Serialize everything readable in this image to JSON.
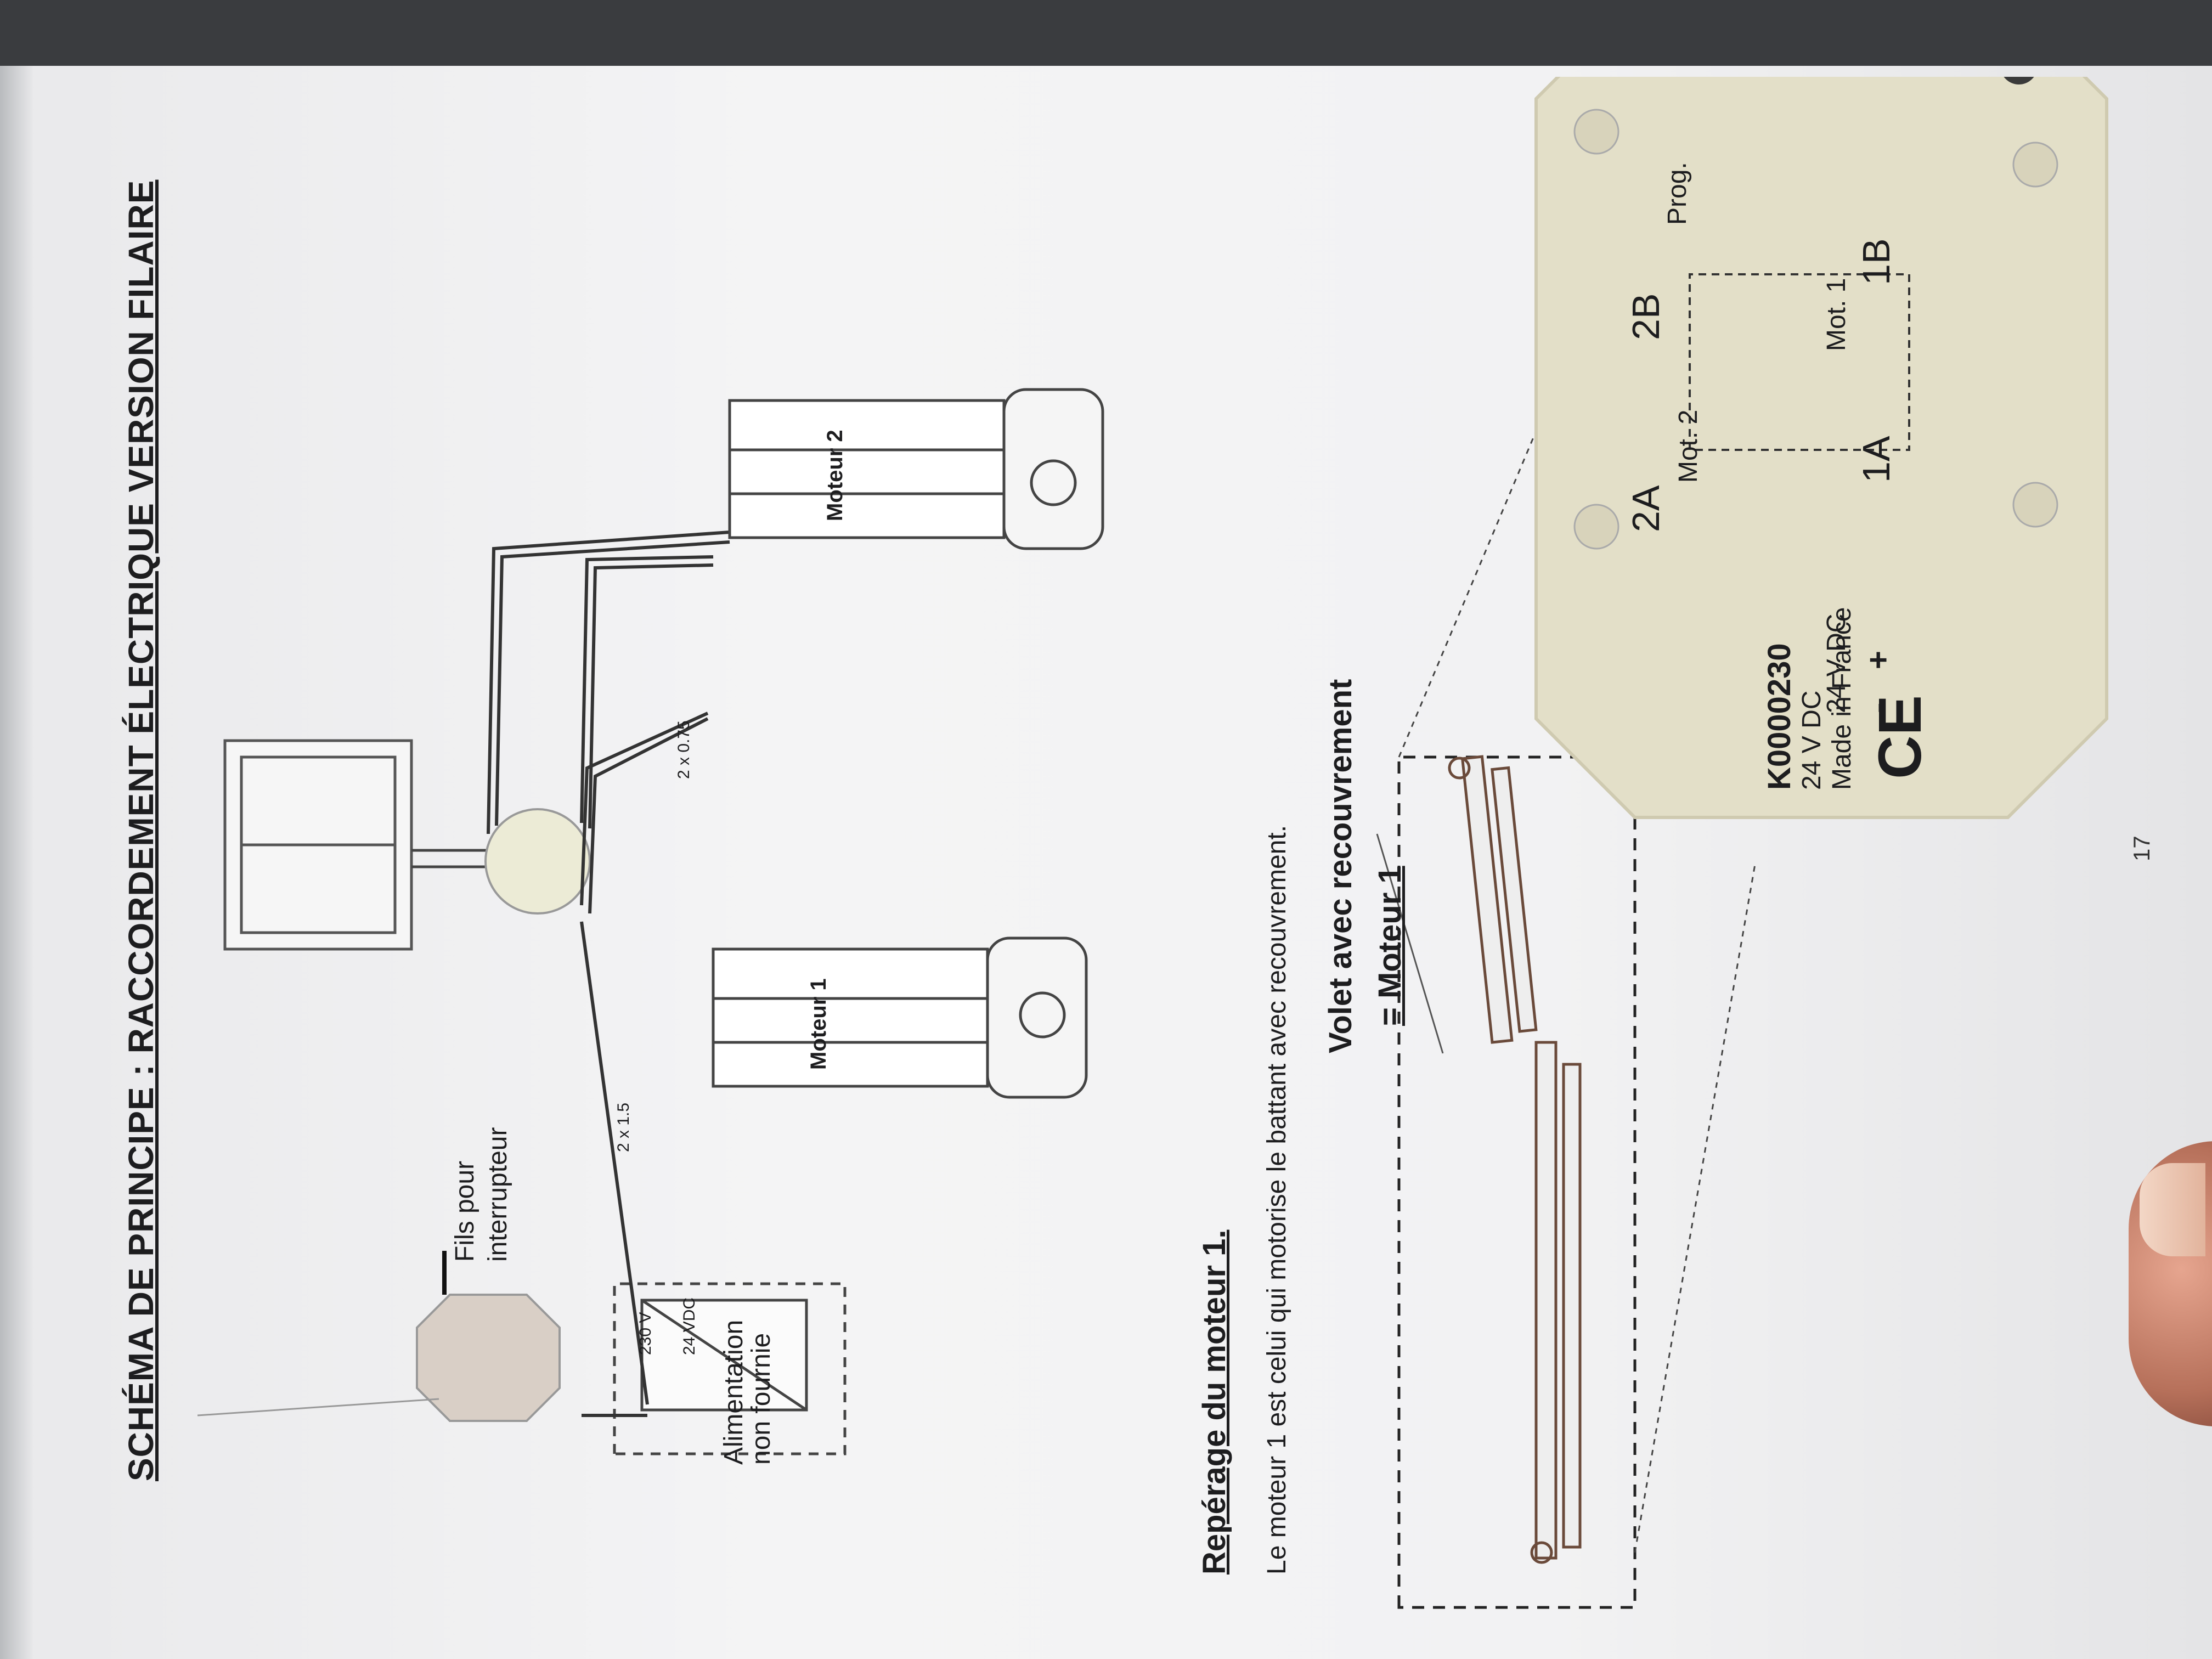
{
  "title": "SCHÉMA DE PRINCIPE : RACCORDEMENT ÉLECTRIQUE VERSION FILAIRE",
  "wiring": {
    "fils_line1": "Fils pour",
    "fils_line2": "interrupteur",
    "cable_a": "2 x 1.5",
    "cable_b": "2 x 0.75",
    "psu_in": "230 V",
    "psu_out": "24 VDC",
    "psu_label_1": "Alimentation",
    "psu_label_2": "non fournie",
    "motor1": "Moteur 1",
    "motor2": "Moteur 2"
  },
  "section": {
    "heading": "Repérage du moteur 1.",
    "text": "Le moteur 1 est celui qui motorise le battant avec recouvrement.",
    "callout_1": "Volet avec recouvrement",
    "callout_2": "= Moteur 1"
  },
  "module": {
    "ref": "K0000230",
    "volt": "24 V DC",
    "made": "Made in France",
    "ce": "CE",
    "a2": "2A",
    "b2": "2B",
    "mot2": "Mot. 2",
    "prog": "Prog.",
    "minus": "-",
    "plus": "+",
    "dc": "24 V DC",
    "a1": "1A",
    "b1": "1B",
    "mot1": "Mot. 1"
  },
  "page_number": "17"
}
